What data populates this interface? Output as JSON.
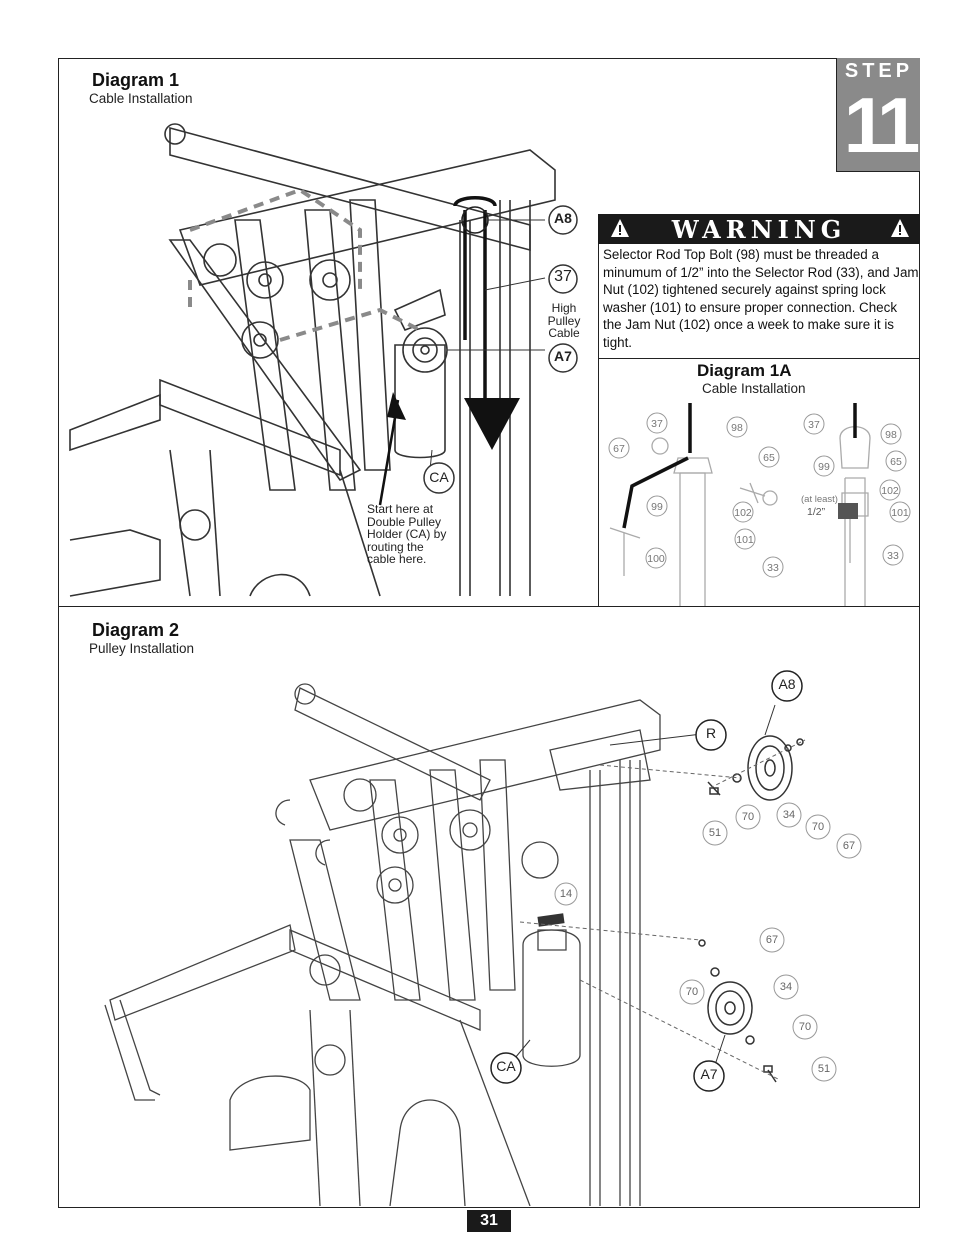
{
  "step": {
    "word": "STEP",
    "number": "11"
  },
  "diagram1": {
    "title": "Diagram 1",
    "subtitle": "Cable Installation",
    "high_pulley_label": [
      "High",
      "Pulley",
      "Cable"
    ],
    "start_note": [
      "Start here at",
      "Double Pulley",
      "Holder (CA) by",
      "routing the",
      "cable here."
    ],
    "callouts": {
      "a8": "A8",
      "p37": "37",
      "a7": "A7",
      "ca": "CA"
    }
  },
  "warning": {
    "title": "WARNING",
    "body": "Selector Rod Top Bolt (98) must be threaded a minumum of 1/2” into the Selector Rod (33), and Jam Nut (102) tightened securely against spring lock washer (101) to ensure proper connection. Check the Jam Nut (102) once a week to make sure it is tight."
  },
  "diagram1a": {
    "title": "Diagram 1A",
    "subtitle": "Cable Installation",
    "left_parts": [
      "37",
      "98",
      "67",
      "65",
      "99",
      "102",
      "101",
      "100",
      "33"
    ],
    "right_parts": [
      "37",
      "98",
      "99",
      "65",
      "102",
      "101",
      "33"
    ],
    "at_least": "(at least)",
    "half_inch": "1/2”"
  },
  "diagram2": {
    "title": "Diagram 2",
    "subtitle": "Pulley Installation",
    "callouts": {
      "a8": "A8",
      "r": "R",
      "ca": "CA",
      "a7": "A7"
    },
    "upper_parts": [
      "51",
      "70",
      "34",
      "70",
      "67"
    ],
    "lower_parts": [
      "14",
      "67",
      "70",
      "34",
      "70",
      "51"
    ]
  },
  "page_number": "31",
  "colors": {
    "accent_gray": "#8a8a8a",
    "black": "#1a1a1a"
  }
}
